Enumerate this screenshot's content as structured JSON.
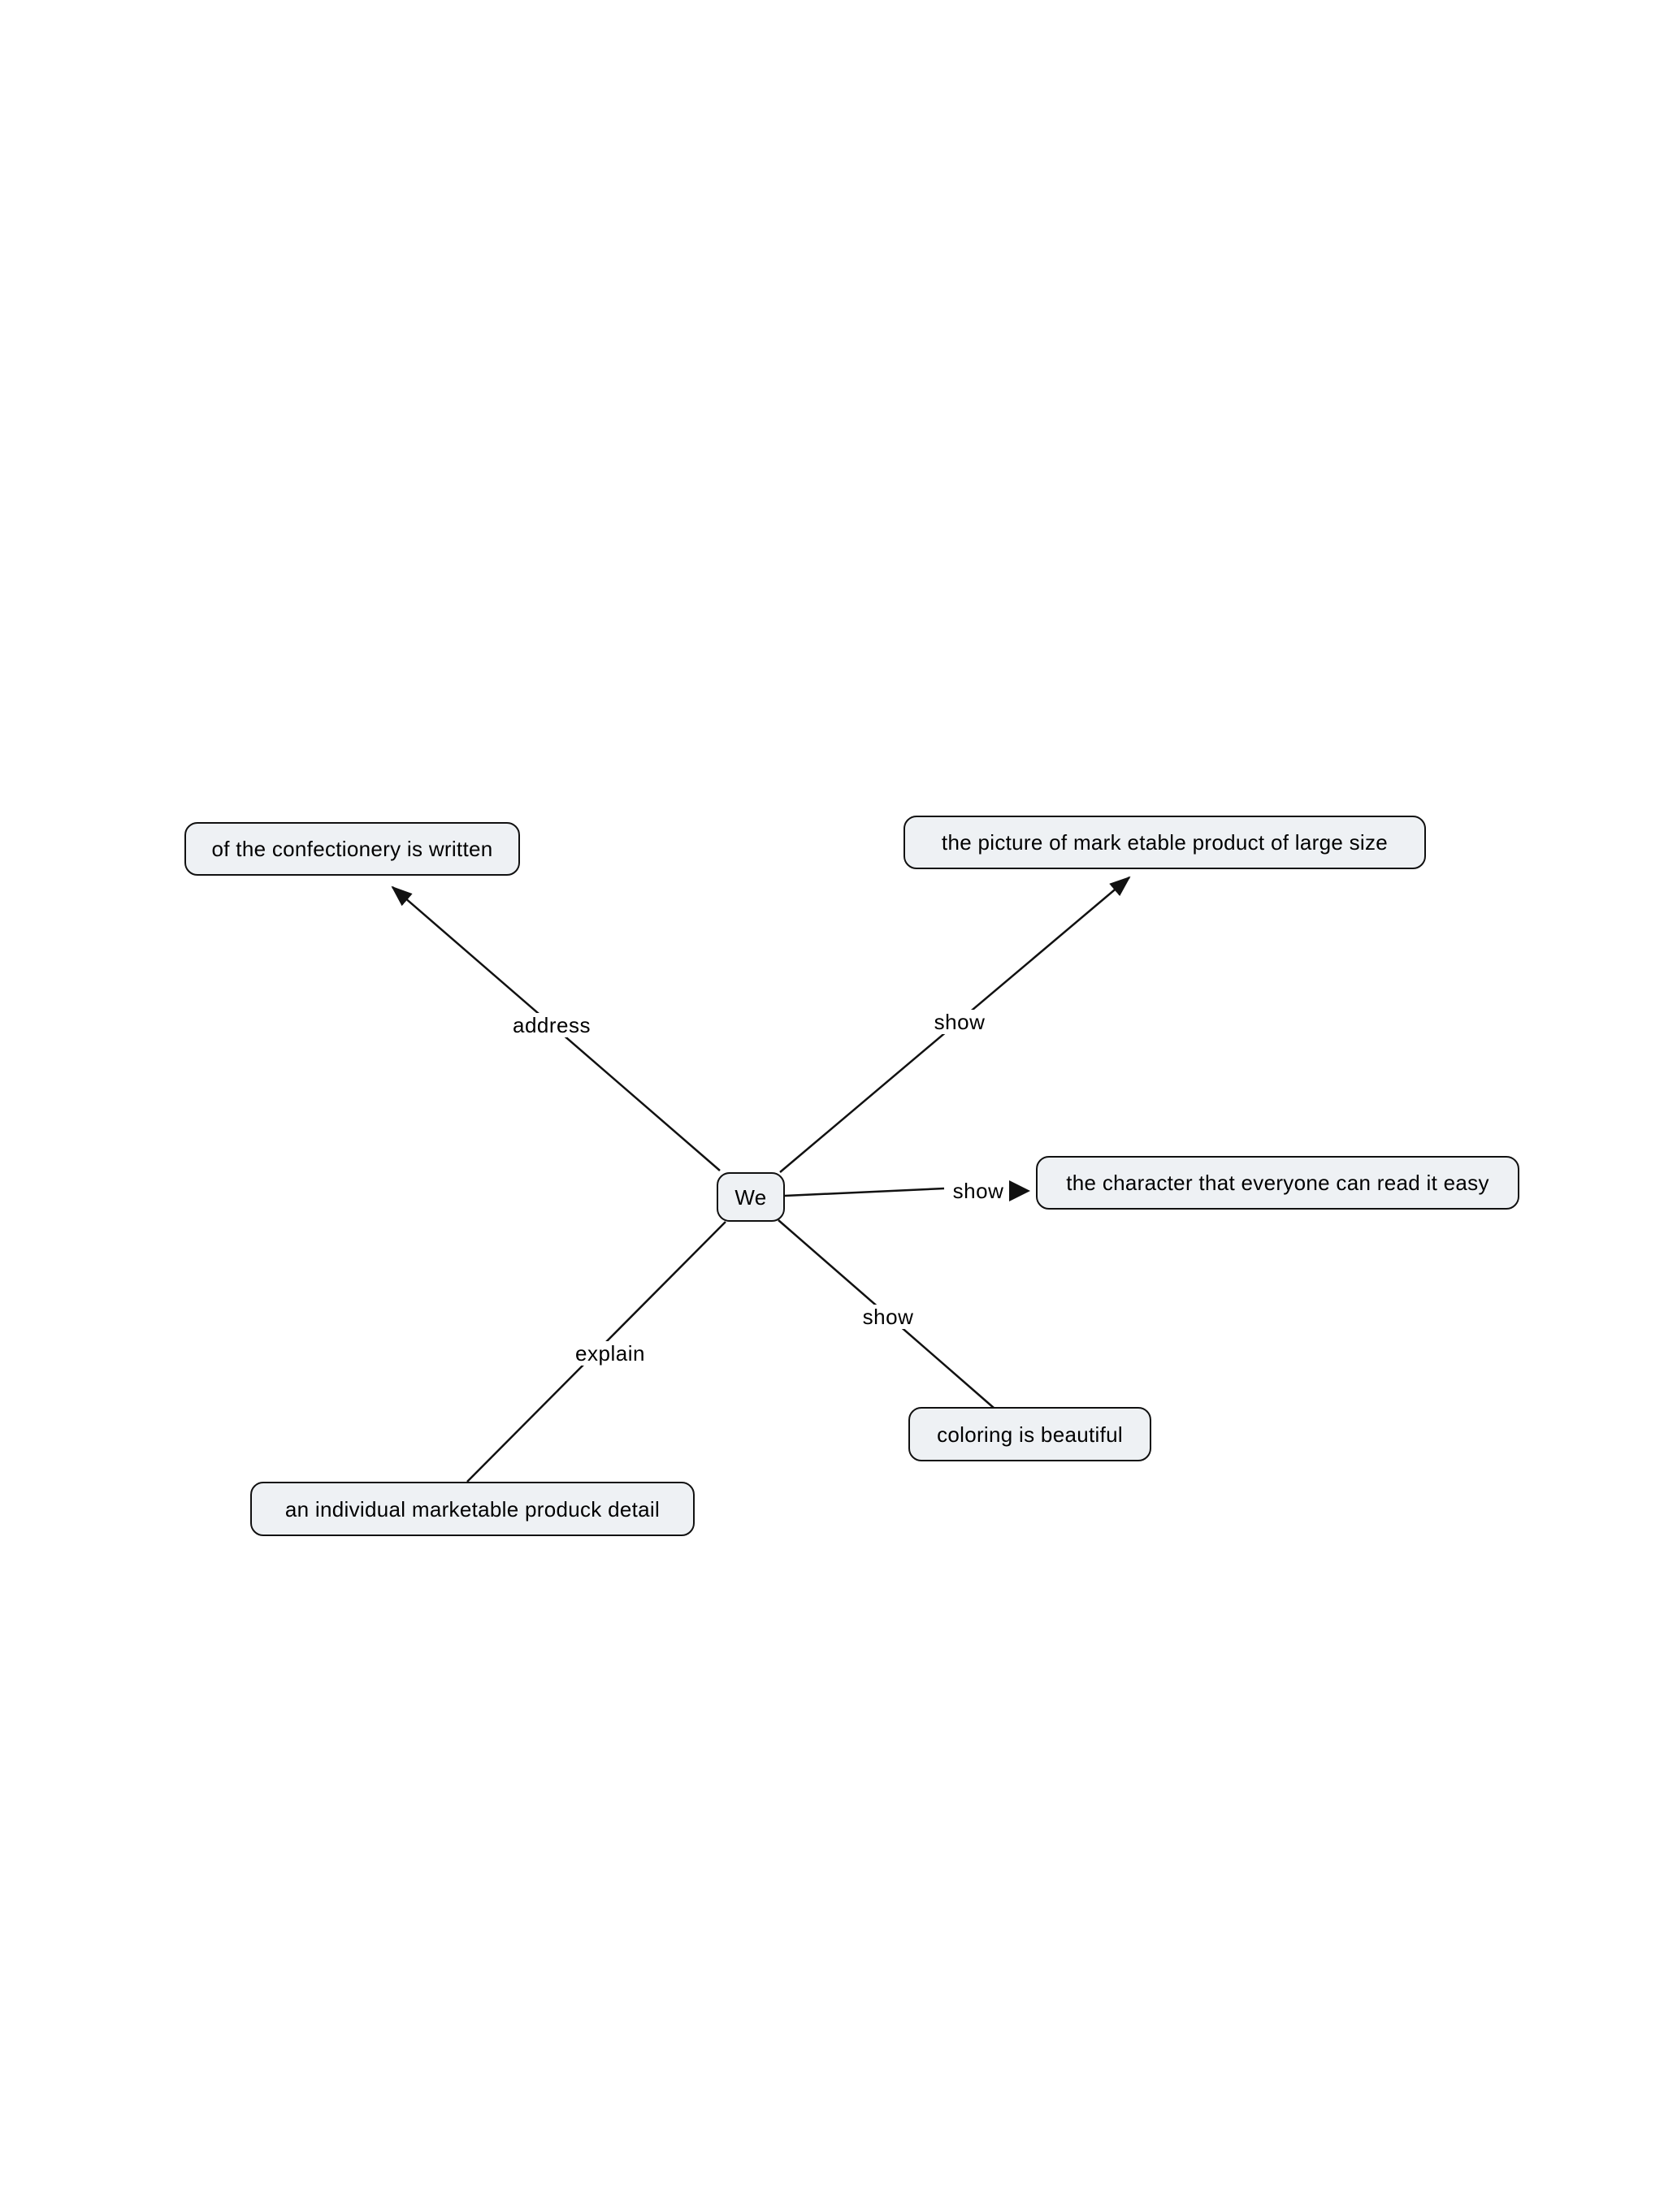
{
  "diagram": {
    "background_color": "#ffffff",
    "node_fill_color": "#eef1f4",
    "node_border_color": "#111111",
    "line_color": "#111111",
    "center_node": {
      "label": "We"
    },
    "nodes": [
      {
        "id": "confectionery",
        "label": "of the confectionery is written"
      },
      {
        "id": "picture",
        "label": "the picture of mark etable product of large size"
      },
      {
        "id": "character",
        "label": "the character that everyone can read it easy"
      },
      {
        "id": "coloring",
        "label": "coloring is beautiful"
      },
      {
        "id": "individual",
        "label": "an individual marketable produck detail"
      }
    ],
    "edges": [
      {
        "label": "address",
        "from": "We",
        "to": "of the confectionery is written",
        "arrowhead": true
      },
      {
        "label": "show",
        "from": "We",
        "to": "the picture of mark etable product of large size",
        "arrowhead": true
      },
      {
        "label": "show",
        "from": "We",
        "to": "the character that everyone can read it easy",
        "arrowhead": true
      },
      {
        "label": "explain",
        "from": "We",
        "to": "an individual marketable produck detail",
        "arrowhead": false
      },
      {
        "label": "show",
        "from": "We",
        "to": "coloring is beautiful",
        "arrowhead": false
      }
    ]
  }
}
